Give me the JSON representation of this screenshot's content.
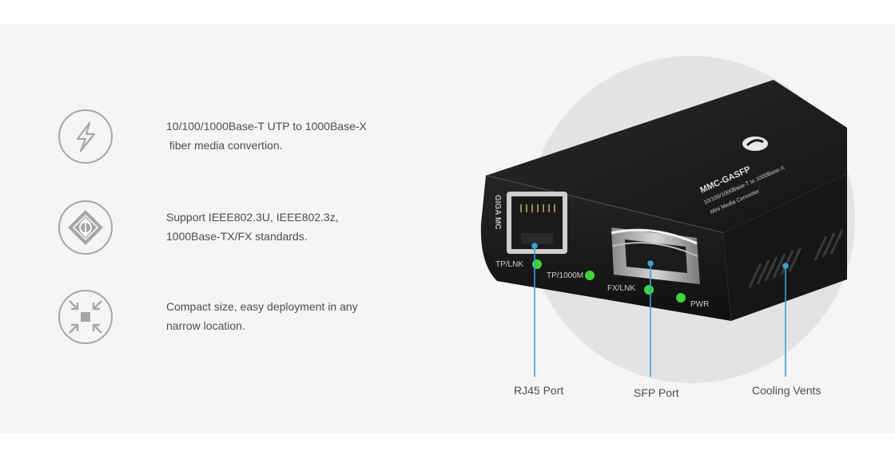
{
  "features": [
    {
      "icon": "lightning-bolt-icon",
      "lines": [
        "10/100/1000Base-T UTP to 1000Base-X",
        " fiber media convertion."
      ]
    },
    {
      "icon": "standards-diamond-icon",
      "lines": [
        "Support IEEE802.3U, IEEE802.3z,",
        "1000Base-TX/FX standards."
      ]
    },
    {
      "icon": "compact-arrows-icon",
      "lines": [
        "Compact size, easy deployment in any",
        "narrow location."
      ]
    }
  ],
  "device": {
    "model": "MMC-GASFP",
    "description": "10/100/1000Base-T to 1000Base-X",
    "subtitle": "Mini Media Converter",
    "side_label": "GIGA MC",
    "led_labels": {
      "tp_lnk": "TP/LNK",
      "tp_1000m": "TP/1000M",
      "fx_lnk": "FX/LNK",
      "pwr": "PWR"
    }
  },
  "callouts": {
    "rj45": "RJ45 Port",
    "sfp": "SFP Port",
    "vents": "Cooling Vents"
  },
  "colors": {
    "accent": "#3aa0d8",
    "panel": "#f5f5f5",
    "icon_stroke": "#a6a6a6",
    "led": "#3fd43a"
  }
}
